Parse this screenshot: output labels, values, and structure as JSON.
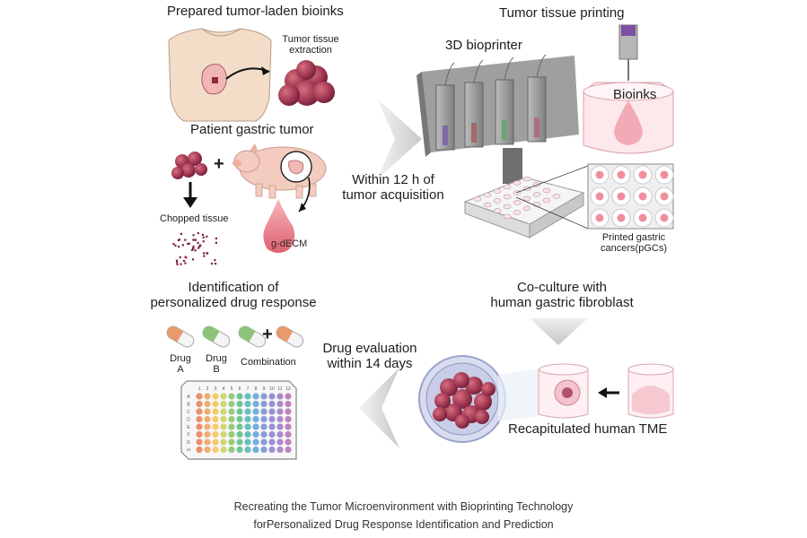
{
  "labels": {
    "prepared_bioinks": "Prepared tumor-laden bioinks",
    "tumor_extraction_line1": "Tumor tissue",
    "tumor_extraction_line2": "extraction",
    "patient_gastric_tumor": "Patient gastric tumor",
    "chopped_tissue": "Chopped tissue",
    "g_decm": "g-dECM",
    "within_12h_line1": "Within 12 h of",
    "within_12h_line2": "tumor acquisition",
    "tumor_tissue_printing": "Tumor tissue printing",
    "bioprinter_3d": "3D bioprinter",
    "bioinks": "Bioinks",
    "printed_gastric_line1": "Printed gastric",
    "printed_gastric_line2": "cancers(pGCs)",
    "coculture_line1": "Co-culture with",
    "coculture_line2": "human gastric fibroblast",
    "recapitulated_tme": "Recapitulated human TME",
    "drug_eval_line1": "Drug evaluation",
    "drug_eval_line2": "within 14 days",
    "identification_line1": "Identification of",
    "identification_line2": "personalized drug response",
    "drug_a_line1": "Drug",
    "drug_a_line2": "A",
    "drug_b_line1": "Drug",
    "drug_b_line2": "B",
    "combination": "Combination",
    "plus_sign": "+",
    "plate_columns": [
      "1",
      "2",
      "3",
      "4",
      "5",
      "6",
      "7",
      "8",
      "9",
      "10",
      "11",
      "12"
    ],
    "plate_rows": [
      "A",
      "B",
      "C",
      "D",
      "E",
      "F",
      "G",
      "H"
    ]
  },
  "caption": {
    "line1": "Recreating the Tumor Microenvironment with Bioprinting Technology",
    "line2": "forPersonalized Drug Response Identification and Prediction"
  },
  "colors": {
    "tumor": "#a63a55",
    "tumor_dark": "#7e2440",
    "skin": "#f3ddc9",
    "pig": "#f4cbbf",
    "gel": "#f3c4cc",
    "arrow_gray": "#d9d9d9",
    "pill_orange": "#e79a6c",
    "pill_green": "#8cc47a"
  }
}
